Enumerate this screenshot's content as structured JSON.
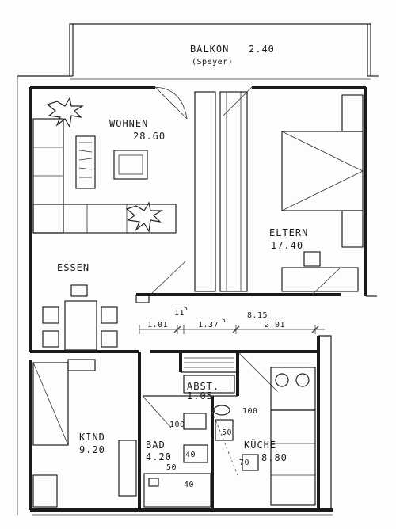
{
  "rooms": {
    "balkon": {
      "name": "BALKON",
      "area": "2.40",
      "note": "(Speyer)"
    },
    "wohnen": {
      "name": "WOHNEN",
      "area": "28.60"
    },
    "eltern": {
      "name": "ELTERN",
      "area": "17.40"
    },
    "essen": {
      "name": "ESSEN"
    },
    "kind": {
      "name": "KIND",
      "area": "9.20"
    },
    "bad": {
      "name": "BAD",
      "area": "4.20"
    },
    "abst": {
      "name": "ABST.",
      "area": "1.05"
    },
    "kueche": {
      "name": "KÜCHE",
      "area": "8.80"
    }
  },
  "dimensions": {
    "d1": "1.01",
    "d2": "11",
    "d2_sup": "5",
    "d3": "1.37",
    "d3_sup": "5",
    "d4": "8.15",
    "d5": "2.01"
  },
  "fixtures": {
    "f100a": "100",
    "f100b": "100",
    "f50a": "50",
    "f40a": "40",
    "f50b": "50",
    "f70": "70",
    "f40b": "40"
  }
}
